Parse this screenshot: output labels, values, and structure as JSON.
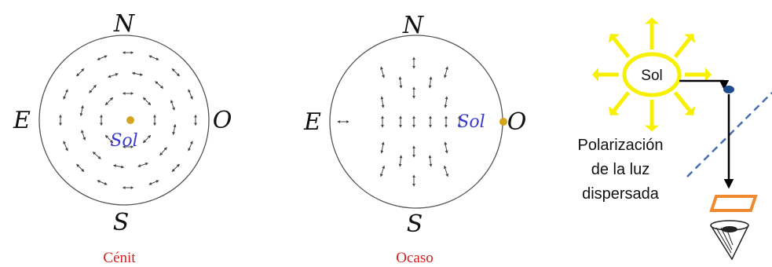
{
  "zenith_panel": {
    "north": "N",
    "east": "E",
    "west": "O",
    "south": "S",
    "sun_label": "Sol",
    "caption": "Cénit"
  },
  "sunset_panel": {
    "north": "N",
    "east": "E",
    "west": "O",
    "south": "S",
    "sun_label": "Sol",
    "caption": "Ocaso"
  },
  "explanation_panel": {
    "sun_label": "Sol",
    "text_lines": [
      "Polarización",
      "de la luz",
      "dispersada"
    ]
  },
  "colors": {
    "sun_fill": "#ffffff",
    "sun_ray": "#f7f000",
    "sun_dot": "#d4a520",
    "sol_text_blue": "#3a3ad0",
    "caption_red": "#d42020",
    "polarizer_orange": "#f08a30",
    "dashed_line_blue": "#4a6fb0",
    "scatter_dot_blue": "#1f4a90"
  }
}
